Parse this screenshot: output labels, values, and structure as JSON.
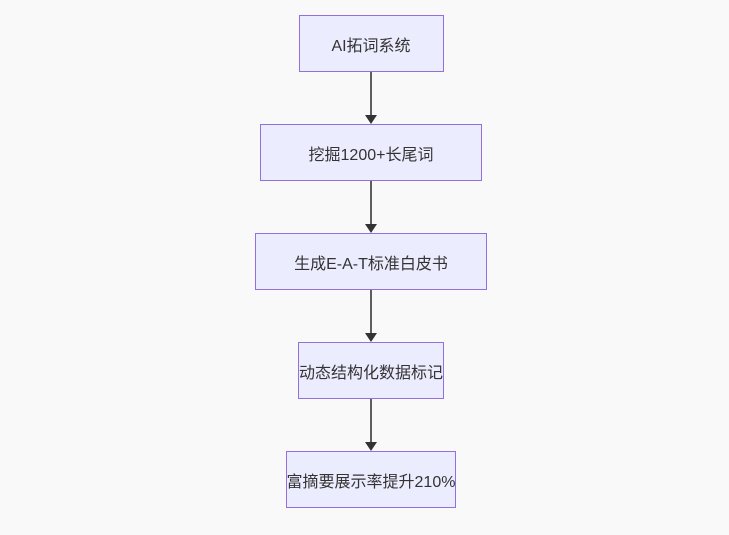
{
  "flowchart": {
    "direction": "top-down",
    "background_color": "#f9f9f9",
    "node_fill_color": "#ECECFF",
    "node_border_color": "#9370DB",
    "text_color": "#333333",
    "arrow_color": "#333333",
    "nodes": [
      {
        "id": "n1",
        "label": "AI拓词系统"
      },
      {
        "id": "n2",
        "label": "挖掘1200+长尾词"
      },
      {
        "id": "n3",
        "label": "生成E-A-T标准白皮书"
      },
      {
        "id": "n4",
        "label": "动态结构化数据标记"
      },
      {
        "id": "n5",
        "label": "富摘要展示率提升210%"
      }
    ],
    "edges": [
      {
        "from": "n1",
        "to": "n2"
      },
      {
        "from": "n2",
        "to": "n3"
      },
      {
        "from": "n3",
        "to": "n4"
      },
      {
        "from": "n4",
        "to": "n5"
      }
    ]
  }
}
